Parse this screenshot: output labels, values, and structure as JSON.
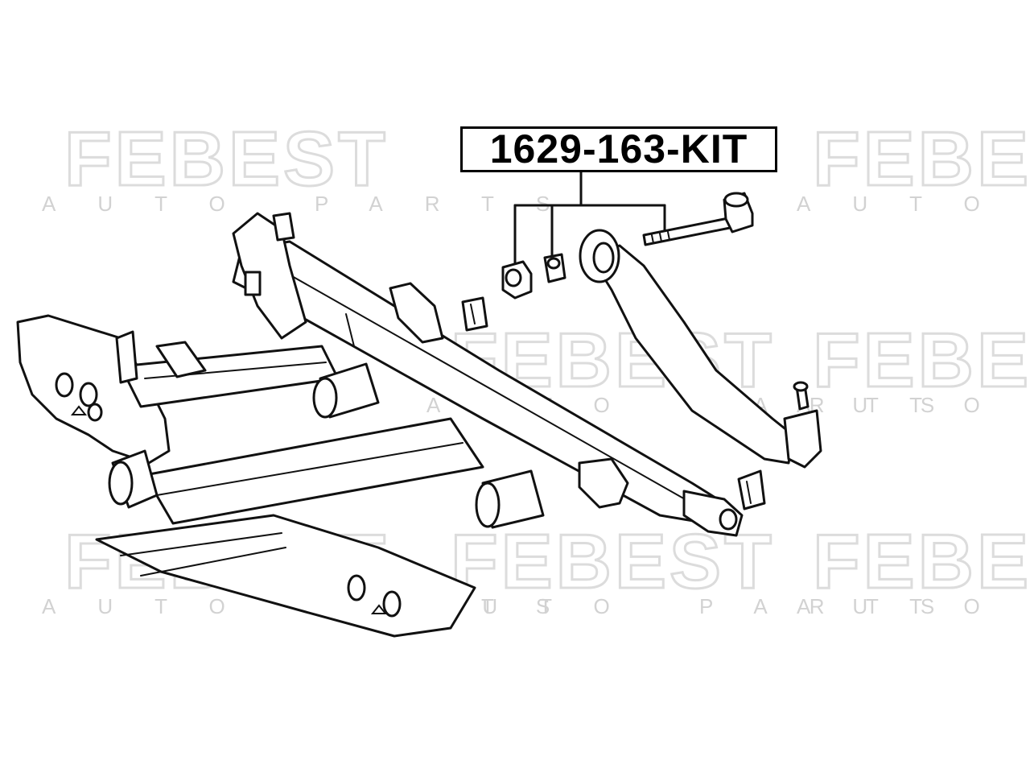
{
  "part_number": "1629-163-KIT",
  "watermark": {
    "brand": "FEBEST",
    "tagline": "AUTO PARTS"
  },
  "kit_components": [
    "nut",
    "washer",
    "control-arm",
    "bolt"
  ],
  "colors": {
    "line": "#111111",
    "watermark": "#dcdcdc",
    "background": "#ffffff"
  }
}
